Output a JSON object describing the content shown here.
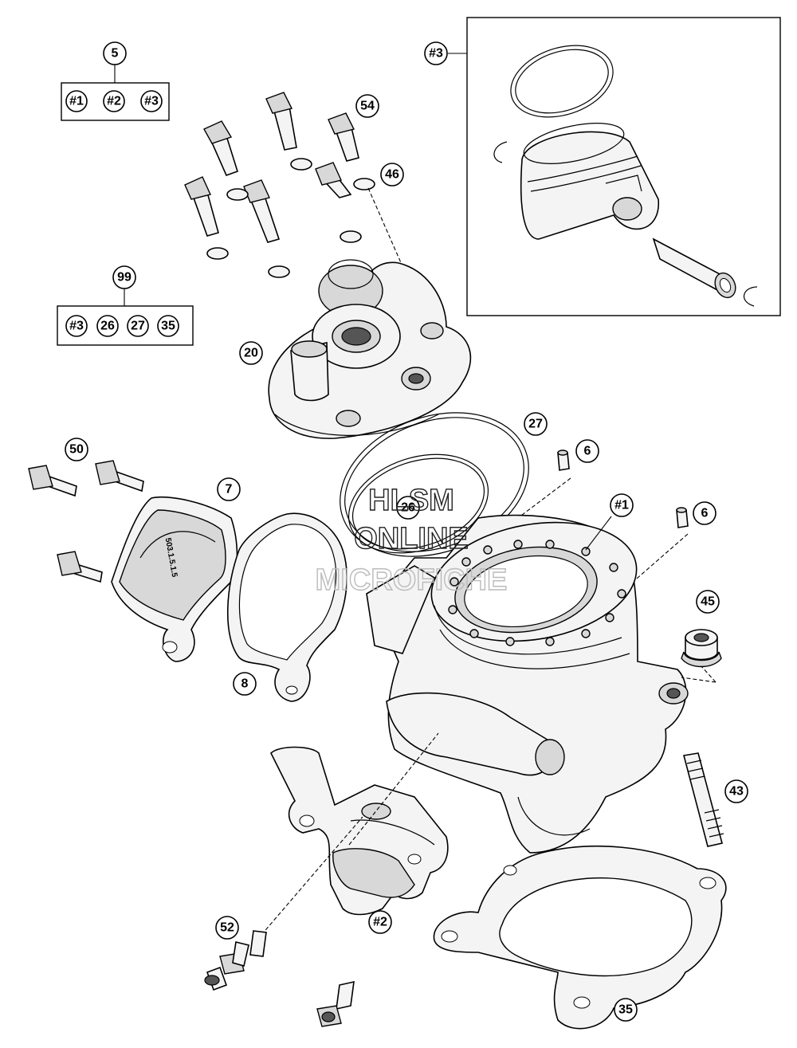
{
  "callouts": {
    "c5": "5",
    "c5_kit": [
      "#1",
      "#2",
      "#3"
    ],
    "c99": "99",
    "c99_kit": [
      "#3",
      "26",
      "27",
      "35"
    ],
    "c54": "54",
    "c46": "46",
    "c20": "20",
    "c50": "50",
    "c7": "7",
    "c8": "8",
    "c27": "27",
    "c26": "26",
    "c6a": "6",
    "c6b": "6",
    "c1": "#1",
    "c45": "45",
    "c43": "43",
    "c52": "52",
    "c2": "#2",
    "c35": "35",
    "c3": "#3"
  },
  "watermark": {
    "line1": "HLSM",
    "line2": "ONLINE",
    "line3": "MICROFICHE"
  },
  "embossed_text": "503.1.5.1.5",
  "colors": {
    "line": "#000000",
    "fill": "#f4f4f4",
    "shade": "#d8d8d8"
  }
}
